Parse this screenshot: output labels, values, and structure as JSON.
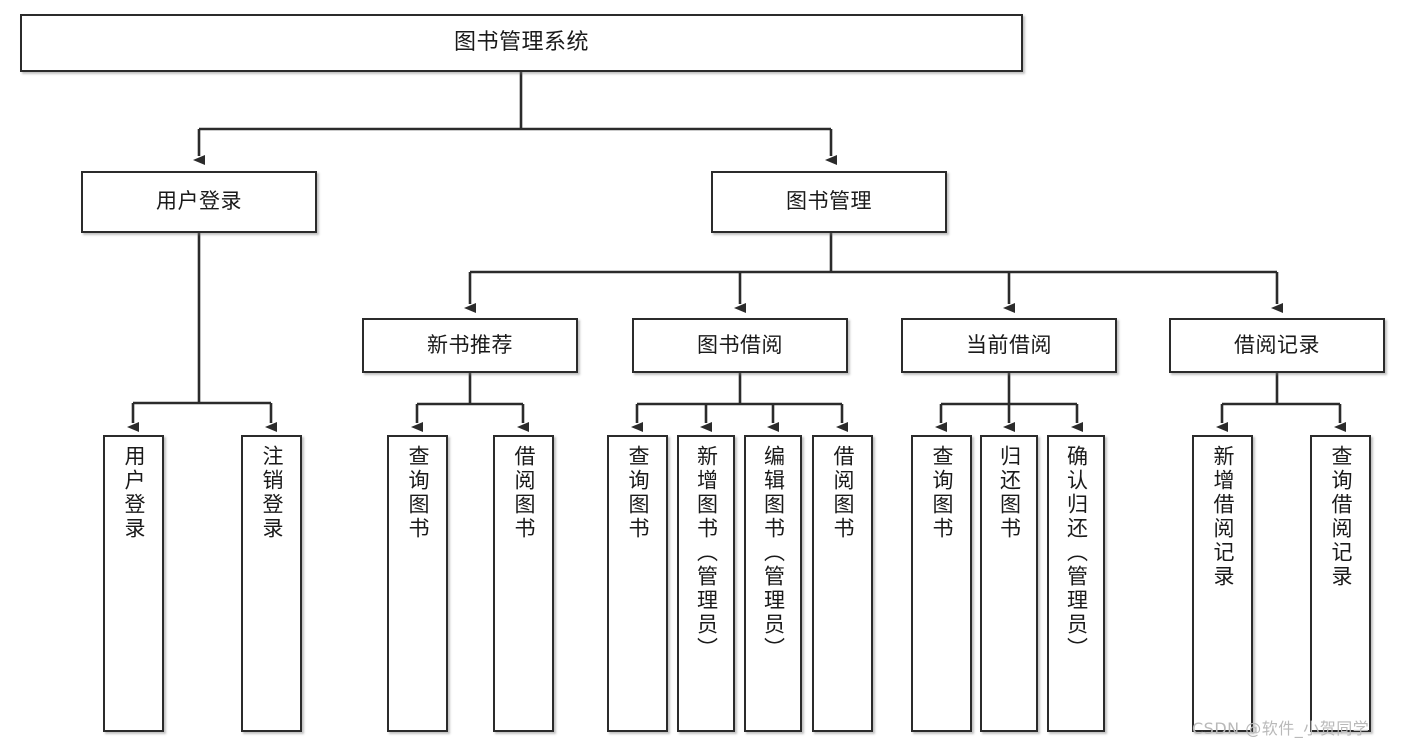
{
  "diagram": {
    "type": "tree-hierarchy",
    "title": "图书管理系统",
    "watermark": "CSDN @软件_小贺同学",
    "colors": {
      "box_border": "#2b2b2b",
      "box_fill": "#ffffff",
      "edge": "#2b2b2b",
      "text": "#1a1a1a",
      "watermark": "#b9b9b9"
    },
    "nodes": {
      "root": {
        "label": "图书管理系统",
        "orientation": "horizontal",
        "level": 0
      },
      "user_login": {
        "label": "用户登录",
        "orientation": "horizontal",
        "level": 1
      },
      "book_manage": {
        "label": "图书管理",
        "orientation": "horizontal",
        "level": 1
      },
      "new_book_rec": {
        "label": "新书推荐",
        "orientation": "horizontal",
        "level": 2
      },
      "book_borrow": {
        "label": "图书借阅",
        "orientation": "horizontal",
        "level": 2
      },
      "current_borrow": {
        "label": "当前借阅",
        "orientation": "horizontal",
        "level": 2
      },
      "borrow_record": {
        "label": "借阅记录",
        "orientation": "horizontal",
        "level": 2
      },
      "leaf_user_login": {
        "label": "用户登录",
        "orientation": "vertical",
        "level": 3
      },
      "leaf_user_logout": {
        "label": "注销登录",
        "orientation": "vertical",
        "level": 3
      },
      "leaf_rec_query": {
        "label": "查询图书",
        "orientation": "vertical",
        "level": 3
      },
      "leaf_rec_borrow": {
        "label": "借阅图书",
        "orientation": "vertical",
        "level": 3
      },
      "leaf_borrow_query": {
        "label": "查询图书",
        "orientation": "vertical",
        "level": 3
      },
      "leaf_add_book": {
        "label": "新增图书（管理员）",
        "orientation": "vertical",
        "level": 3
      },
      "leaf_edit_book": {
        "label": "编辑图书（管理员）",
        "orientation": "vertical",
        "level": 3
      },
      "leaf_borrow_book": {
        "label": "借阅图书",
        "orientation": "vertical",
        "level": 3
      },
      "leaf_cur_query": {
        "label": "查询图书",
        "orientation": "vertical",
        "level": 3
      },
      "leaf_return_book": {
        "label": "归还图书",
        "orientation": "vertical",
        "level": 3
      },
      "leaf_confirm_return": {
        "label": "确认归还（管理员）",
        "orientation": "vertical",
        "level": 3
      },
      "leaf_add_record": {
        "label": "新增借阅记录",
        "orientation": "vertical",
        "level": 3
      },
      "leaf_query_record": {
        "label": "查询借阅记录",
        "orientation": "vertical",
        "level": 3
      }
    },
    "edges": [
      {
        "from": "root",
        "to": "user_login"
      },
      {
        "from": "root",
        "to": "book_manage"
      },
      {
        "from": "user_login",
        "to": "leaf_user_login"
      },
      {
        "from": "user_login",
        "to": "leaf_user_logout"
      },
      {
        "from": "book_manage",
        "to": "new_book_rec"
      },
      {
        "from": "book_manage",
        "to": "book_borrow"
      },
      {
        "from": "book_manage",
        "to": "current_borrow"
      },
      {
        "from": "book_manage",
        "to": "borrow_record"
      },
      {
        "from": "new_book_rec",
        "to": "leaf_rec_query"
      },
      {
        "from": "new_book_rec",
        "to": "leaf_rec_borrow"
      },
      {
        "from": "book_borrow",
        "to": "leaf_borrow_query"
      },
      {
        "from": "book_borrow",
        "to": "leaf_add_book"
      },
      {
        "from": "book_borrow",
        "to": "leaf_edit_book"
      },
      {
        "from": "book_borrow",
        "to": "leaf_borrow_book"
      },
      {
        "from": "current_borrow",
        "to": "leaf_cur_query"
      },
      {
        "from": "current_borrow",
        "to": "leaf_return_book"
      },
      {
        "from": "current_borrow",
        "to": "leaf_confirm_return"
      },
      {
        "from": "borrow_record",
        "to": "leaf_add_record"
      },
      {
        "from": "borrow_record",
        "to": "leaf_query_record"
      }
    ]
  }
}
